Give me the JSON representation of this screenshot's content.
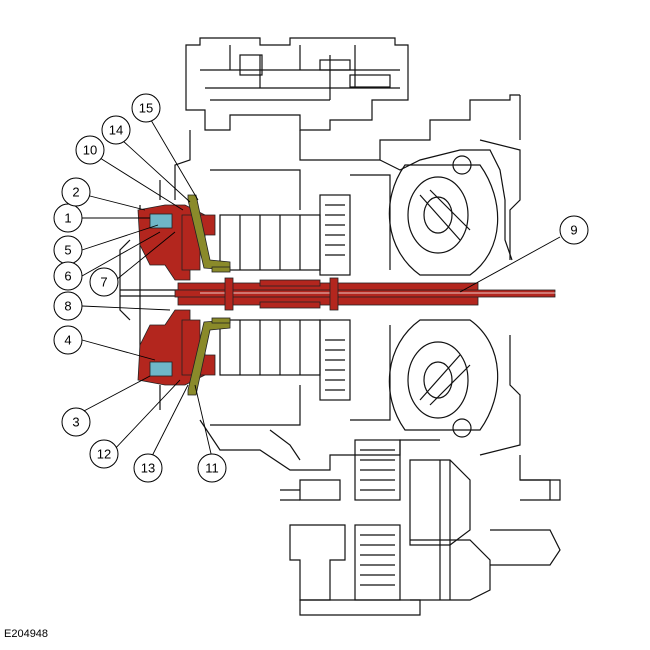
{
  "figure_id": "E204948",
  "colors": {
    "highlight_red": "#b3261e",
    "highlight_olive": "#8a8a2a",
    "line": "#111111",
    "background": "#ffffff"
  },
  "callouts": [
    {
      "label": "1"
    },
    {
      "label": "2"
    },
    {
      "label": "3"
    },
    {
      "label": "4"
    },
    {
      "label": "5"
    },
    {
      "label": "6"
    },
    {
      "label": "7"
    },
    {
      "label": "8"
    },
    {
      "label": "9"
    },
    {
      "label": "10"
    },
    {
      "label": "11"
    },
    {
      "label": "12"
    },
    {
      "label": "13"
    },
    {
      "label": "14"
    },
    {
      "label": "15"
    }
  ]
}
